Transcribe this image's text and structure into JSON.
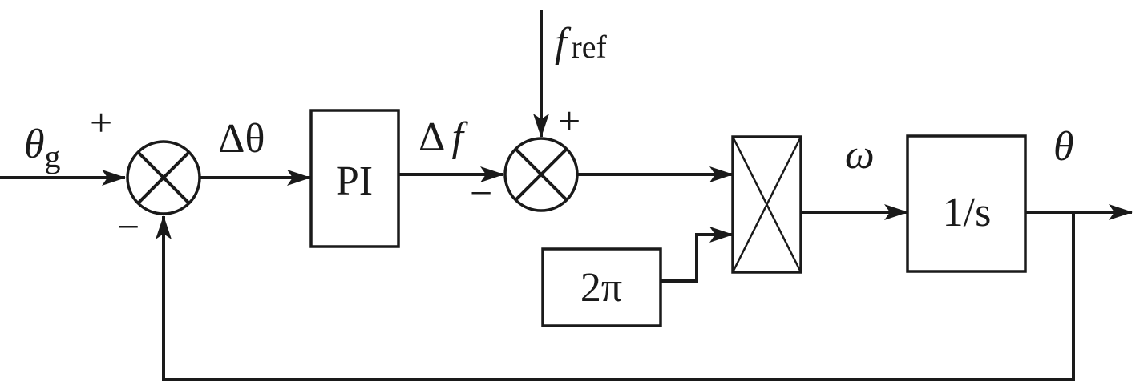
{
  "diagram": {
    "input_label": "θ",
    "input_sub": "g",
    "input_sign": "+",
    "feedback_sign": "−",
    "delta_theta": "Δθ",
    "pi_block": "PI",
    "delta_f_symbol": "Δ",
    "delta_f_var": "f",
    "delta_f_sign": "−",
    "fref_label": "f",
    "fref_sub": "ref",
    "fref_sign": "+",
    "two_pi_block": "2π",
    "omega": "ω",
    "integrator_block": "1/s",
    "output_label": "θ"
  }
}
